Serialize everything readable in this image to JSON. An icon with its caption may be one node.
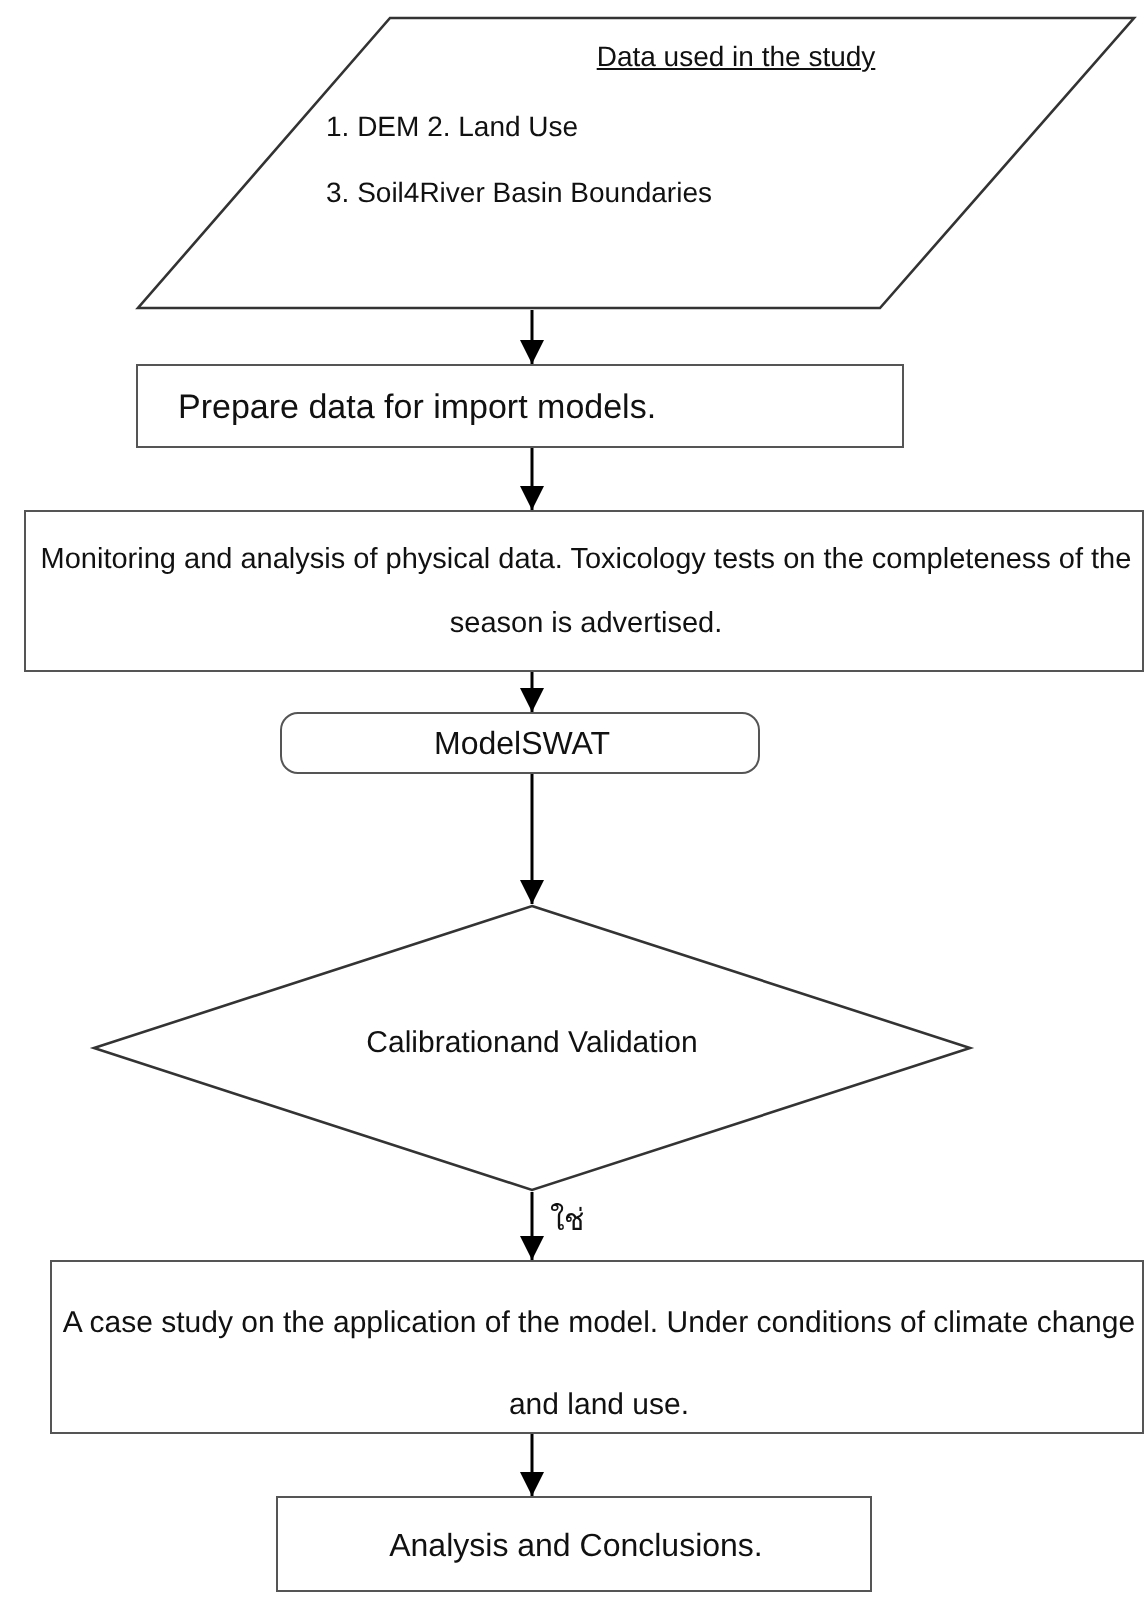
{
  "diagram": {
    "nodes": [
      {
        "text": [
          "Data used in the study",
          "1. DEM 2. Land Use",
          "3. Soil4River Basin Boundaries"
        ]
      },
      {
        "text": [
          "Prepare data for import models."
        ]
      },
      {
        "text": [
          "Monitoring and analysis of physical data. Toxicology tests on the completeness of the season is advertised."
        ]
      },
      {
        "text": [
          "ModelSWAT"
        ]
      },
      {
        "text": [
          "Calibrationand Validation"
        ]
      },
      {
        "text": [
          "A case study on the application of the model. Under conditions of climate change and land use."
        ]
      },
      {
        "text": [
          "Analysis and Conclusions."
        ]
      }
    ],
    "edges": [
      {
        "from": 0,
        "to": 1,
        "arrow": "to"
      },
      {
        "from": 1,
        "to": 2,
        "arrow": "to"
      },
      {
        "from": 2,
        "to": 3,
        "arrow": "to"
      },
      {
        "from": 3,
        "to": 4,
        "arrow": "to"
      },
      {
        "from": 4,
        "to": 5,
        "arrow": "to",
        "label": "ใช่"
      },
      {
        "from": 5,
        "to": 6,
        "arrow": "to"
      }
    ]
  }
}
